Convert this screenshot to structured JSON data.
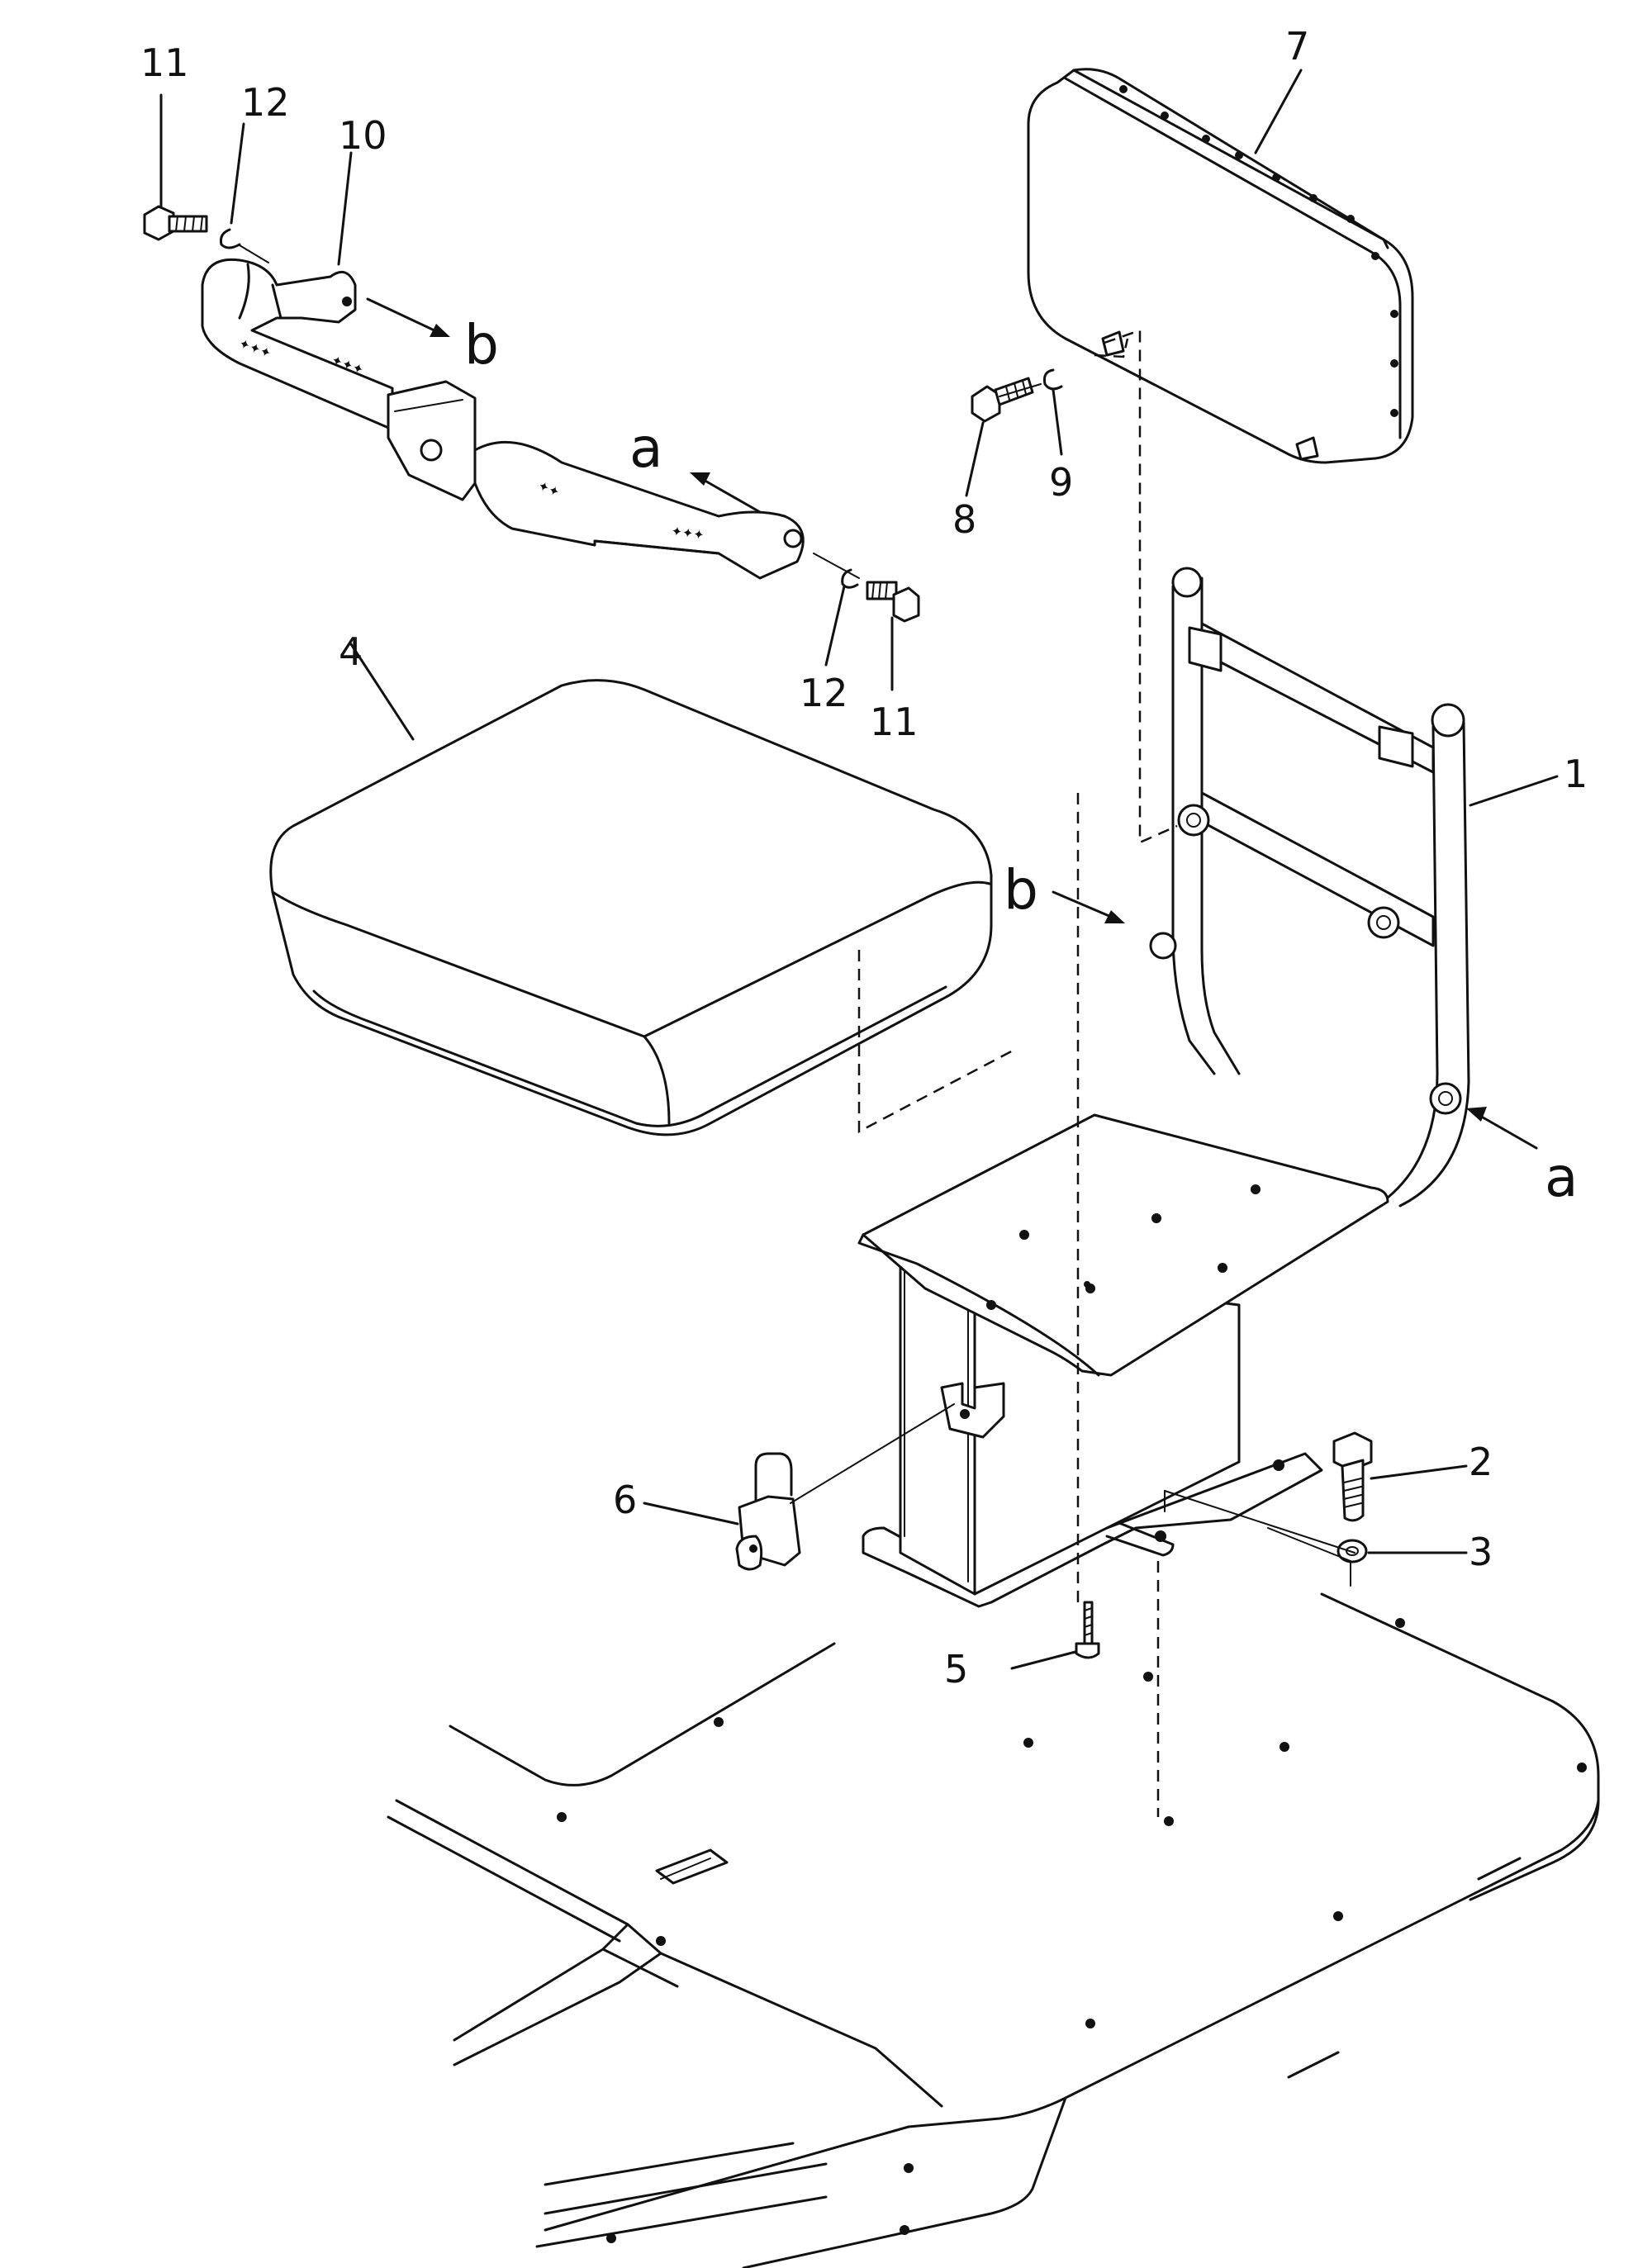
{
  "callouts": {
    "c1": "1",
    "c2": "2",
    "c3": "3",
    "c4": "4",
    "c5": "5",
    "c6": "6",
    "c7": "7",
    "c8": "8",
    "c9": "9",
    "c10": "10",
    "c11_top": "11",
    "c11_bottom": "11",
    "c12_top": "12",
    "c12_bottom": "12"
  },
  "references": {
    "a_arm": "a",
    "a_frame": "a",
    "b_arm": "b",
    "b_frame": "b"
  }
}
